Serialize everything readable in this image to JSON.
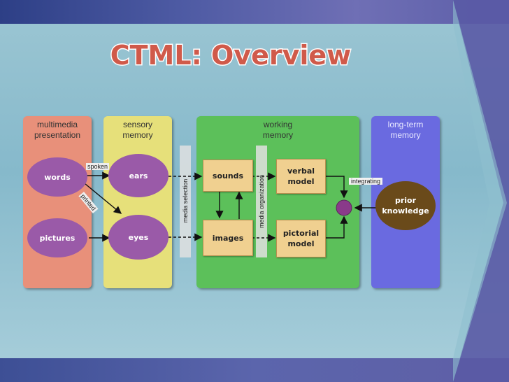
{
  "title": "CTML: Overview",
  "columns": {
    "multimedia": "multimedia\npresentation",
    "sensory": "sensory\nmemory",
    "working": "working\nmemory",
    "longterm": "long-term\nmemory"
  },
  "nodes": {
    "words": "words",
    "pictures": "pictures",
    "ears": "ears",
    "eyes": "eyes",
    "sounds": "sounds",
    "images": "images",
    "verbal_model": "verbal\nmodel",
    "pictorial_model": "pictorial\nmodel",
    "prior_knowledge": "prior\nknowledge"
  },
  "labels": {
    "spoken": "spoken",
    "printed": "printed",
    "media_selection": "media selection",
    "media_organization": "media organization",
    "integrating": "integrating"
  },
  "colors": {
    "multimedia_panel": "#e8907a",
    "sensory_panel": "#e6e07a",
    "working_panel": "#5cc05a",
    "longterm_panel": "#6a6ae0",
    "oval_purple": "#9a5aa8",
    "prior_brown": "#6a4a1a",
    "box_tan": "#f0d090"
  }
}
